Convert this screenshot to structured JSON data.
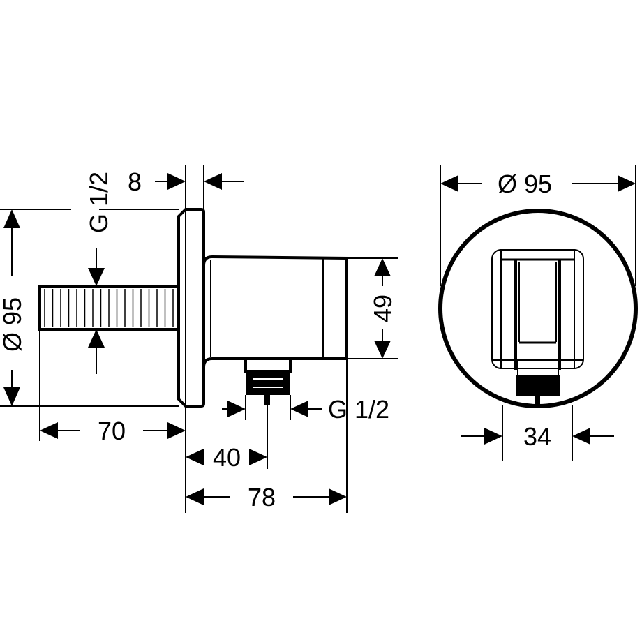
{
  "side_view": {
    "dim_flange_thickness": "8",
    "dim_wall_thread": "G 1/2",
    "dim_flange_diameter": "Ø 95",
    "dim_body_height": "49",
    "dim_outlet_thread": "G 1/2",
    "dim_stub_length": "70",
    "dim_outlet_offset": "40",
    "dim_projection": "78"
  },
  "front_view": {
    "dim_rosette_diameter": "Ø 95",
    "dim_holder_width": "34"
  },
  "colors": {
    "line": "#000000",
    "background": "#ffffff"
  }
}
